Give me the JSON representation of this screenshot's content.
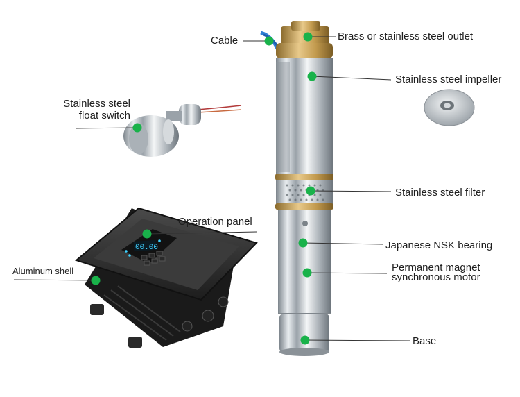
{
  "labels": {
    "cable": "Cable",
    "outlet": "Brass or stainless steel outlet",
    "impeller": "Stainless steel impeller",
    "float_switch_line1": "Stainless steel",
    "float_switch_line2": "float switch",
    "filter": "Stainless steel filter",
    "operation_panel": "Operation panel",
    "bearing": "Japanese NSK bearing",
    "aluminum_shell": "Aluminum shell",
    "motor_line1": "Permanent magnet",
    "motor_line2": "synchronous motor",
    "base": "Base"
  },
  "panel_display": "00.00",
  "colors": {
    "marker": "#19b24a",
    "steel": "#c9ced3",
    "brass": "#c9a25a",
    "controller": "#2b2b2b",
    "display": "#3fd0ff",
    "cable": "#2f7fd6"
  }
}
